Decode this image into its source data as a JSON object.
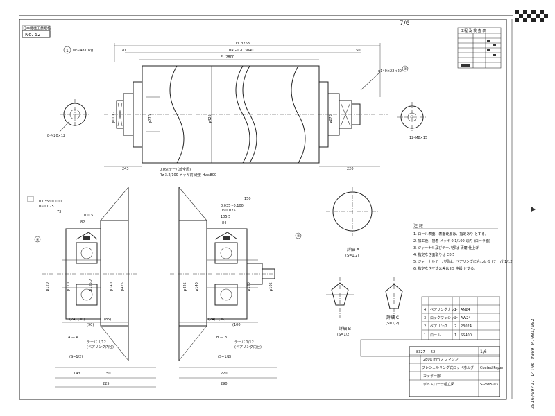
{
  "header": {
    "label": "日本機械工業規格",
    "number": "No. 52",
    "corner_mark": "7/6"
  },
  "top_view": {
    "weight_label": "wt≈4870kg",
    "overall_length": "FL 3263",
    "inner_length": "BRG C-C 3040",
    "face_length": "FL 2800",
    "dim_left": "70",
    "dim_right": "150",
    "dim_bottom_left": "243",
    "dim_bottom_right": "220",
    "shaft_dia": "φ110.7",
    "body_dia": "φ425",
    "journal_dia": "φ270",
    "bolt_left": "8-M20×12",
    "bolt_right": "12-M8×15",
    "note_upper_right": "φ140×22×20",
    "note_bottom": "0.05(テーパ部全周)",
    "note_bottom_2": "Rz 3.2/100 メッキ前 硬度 Hv≥800"
  },
  "section_left": {
    "tolerance_1": "0.035~0.100",
    "tolerance_2": "0~0.025",
    "dim_top": "73",
    "dim_a": "100.5",
    "dim_b": "82",
    "bore_dia": "φ125.7",
    "dims_bottom": [
      "143",
      "150",
      "225"
    ],
    "dims_lower": [
      "(24)",
      "(36)",
      "(90)",
      "(85)"
    ],
    "section_ref": "A — A",
    "taper_note": "テーパ 1/12",
    "bearing_note": "(ベアリング内径)",
    "scale": "(S=1/2)",
    "dia_list": [
      "φ110",
      "φ120",
      "φ140",
      "φ425"
    ]
  },
  "section_right": {
    "tolerance_1": "0.035~0.100",
    "tolerance_2": "0~0.025",
    "dim_a": "105.5",
    "dim_b": "84",
    "dim_c": "150",
    "dims_bottom": [
      "220",
      "290"
    ],
    "dims_lower": [
      "(24)",
      "(36)",
      "(100)"
    ],
    "section_ref": "B — B",
    "taper_note": "テーパ 1/12",
    "bearing_note": "(ベアリング内径)",
    "scale": "(S=1/2)",
    "dia_list": [
      "φ105",
      "φ120",
      "φ140",
      "φ425"
    ]
  },
  "detail_a": {
    "label": "詳細 A",
    "scale": "(S=1/2)"
  },
  "detail_b": {
    "label": "詳細 B",
    "scale": "(S=1/2)"
  },
  "detail_c": {
    "label": "詳細 C",
    "scale": "(S=1/2)"
  },
  "notes": {
    "title": "注 記",
    "items": [
      "1. ロール表面、表面硬度は、指定あり とする。",
      "2. 加工後、接着 メッキ 0.1/100 以内 (ローラ面)",
      "3. ジャーナル及びテーパ部は 研磨 仕上げ",
      "4. 指定なき面取りは C0.5",
      "5. ジャーナルテーパ部は、ベアリングに合わせる (テーパ 1/12)",
      "6. 指定なき寸法公差は JIS 中級 とする。"
    ]
  },
  "parts_table": {
    "rows": [
      [
        "4",
        "ベアリングナット",
        "2",
        "AN24",
        ""
      ],
      [
        "3",
        "ロックワッシャー",
        "2",
        "AW24",
        ""
      ],
      [
        "2",
        "ベアリング",
        "2",
        "23024",
        ""
      ],
      [
        "1",
        "ロール",
        "1",
        "SS400",
        ""
      ]
    ]
  },
  "title_block": {
    "drawing_no": "8327 — 52",
    "machine": "2800 mm オフマシン",
    "title_line1": "プレシェルリング式ロッドホルダ",
    "title_line2": "カッター部",
    "title_line3": "ボトムローラ組立図",
    "company": "Coated Paper",
    "scale_label": "1/6",
    "sheet": "S-2665-03"
  },
  "fax_stamp": "2016/09/27 14:06  #369 P.001/002",
  "top_table_title": "工程 及 検 査 表"
}
